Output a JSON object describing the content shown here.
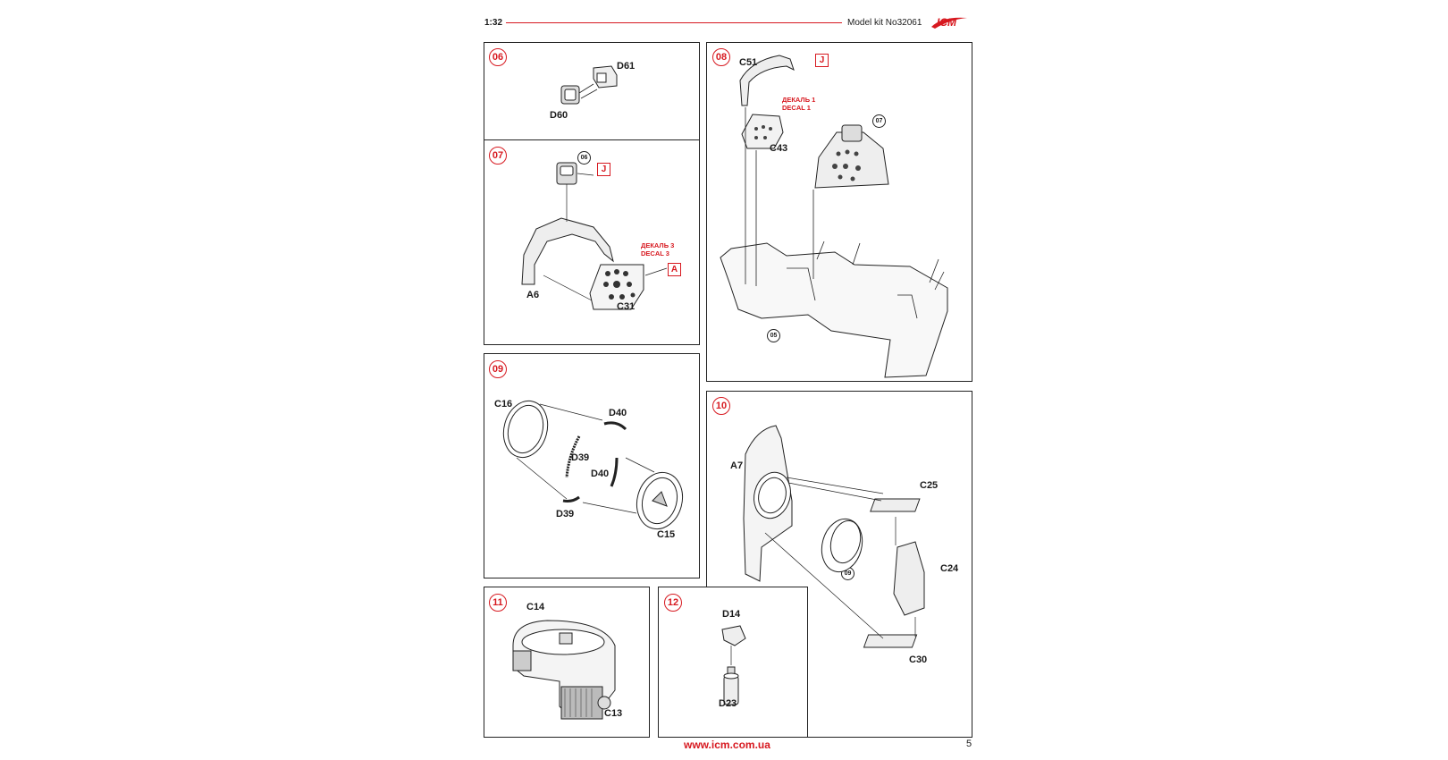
{
  "header": {
    "scale": "1:32",
    "kit": "Model kit No32061",
    "logo_text": "ICM"
  },
  "footer": {
    "url": "www.icm.com.ua",
    "page": "5"
  },
  "colors": {
    "accent": "#d71920",
    "ink": "#1a1a1a"
  },
  "steps": {
    "s06": {
      "number": "06",
      "parts": {
        "d61": "D61",
        "d60": "D60"
      }
    },
    "s07": {
      "number": "07",
      "ref": "06",
      "box": "J",
      "decal": {
        "ru": "ДЕКАЛЬ 3",
        "en": "DECAL 3"
      },
      "box2": "A",
      "parts": {
        "a6": "A6",
        "c31": "C31"
      }
    },
    "s08": {
      "number": "08",
      "box": "J",
      "ref1": "07",
      "ref2": "05",
      "decal": {
        "ru": "ДЕКАЛЬ 1",
        "en": "DECAL 1"
      },
      "parts": {
        "c51": "C51",
        "c43": "C43"
      }
    },
    "s09": {
      "number": "09",
      "parts": {
        "c16": "C16",
        "d40a": "D40",
        "d39a": "D39",
        "d40b": "D40",
        "d39b": "D39",
        "c15": "C15"
      }
    },
    "s10": {
      "number": "10",
      "ref": "09",
      "parts": {
        "a7": "A7",
        "c25": "C25",
        "c24": "C24",
        "c30": "C30"
      }
    },
    "s11": {
      "number": "11",
      "parts": {
        "c14": "C14",
        "c13": "C13"
      }
    },
    "s12": {
      "number": "12",
      "parts": {
        "d14": "D14",
        "d23": "D23"
      }
    }
  }
}
